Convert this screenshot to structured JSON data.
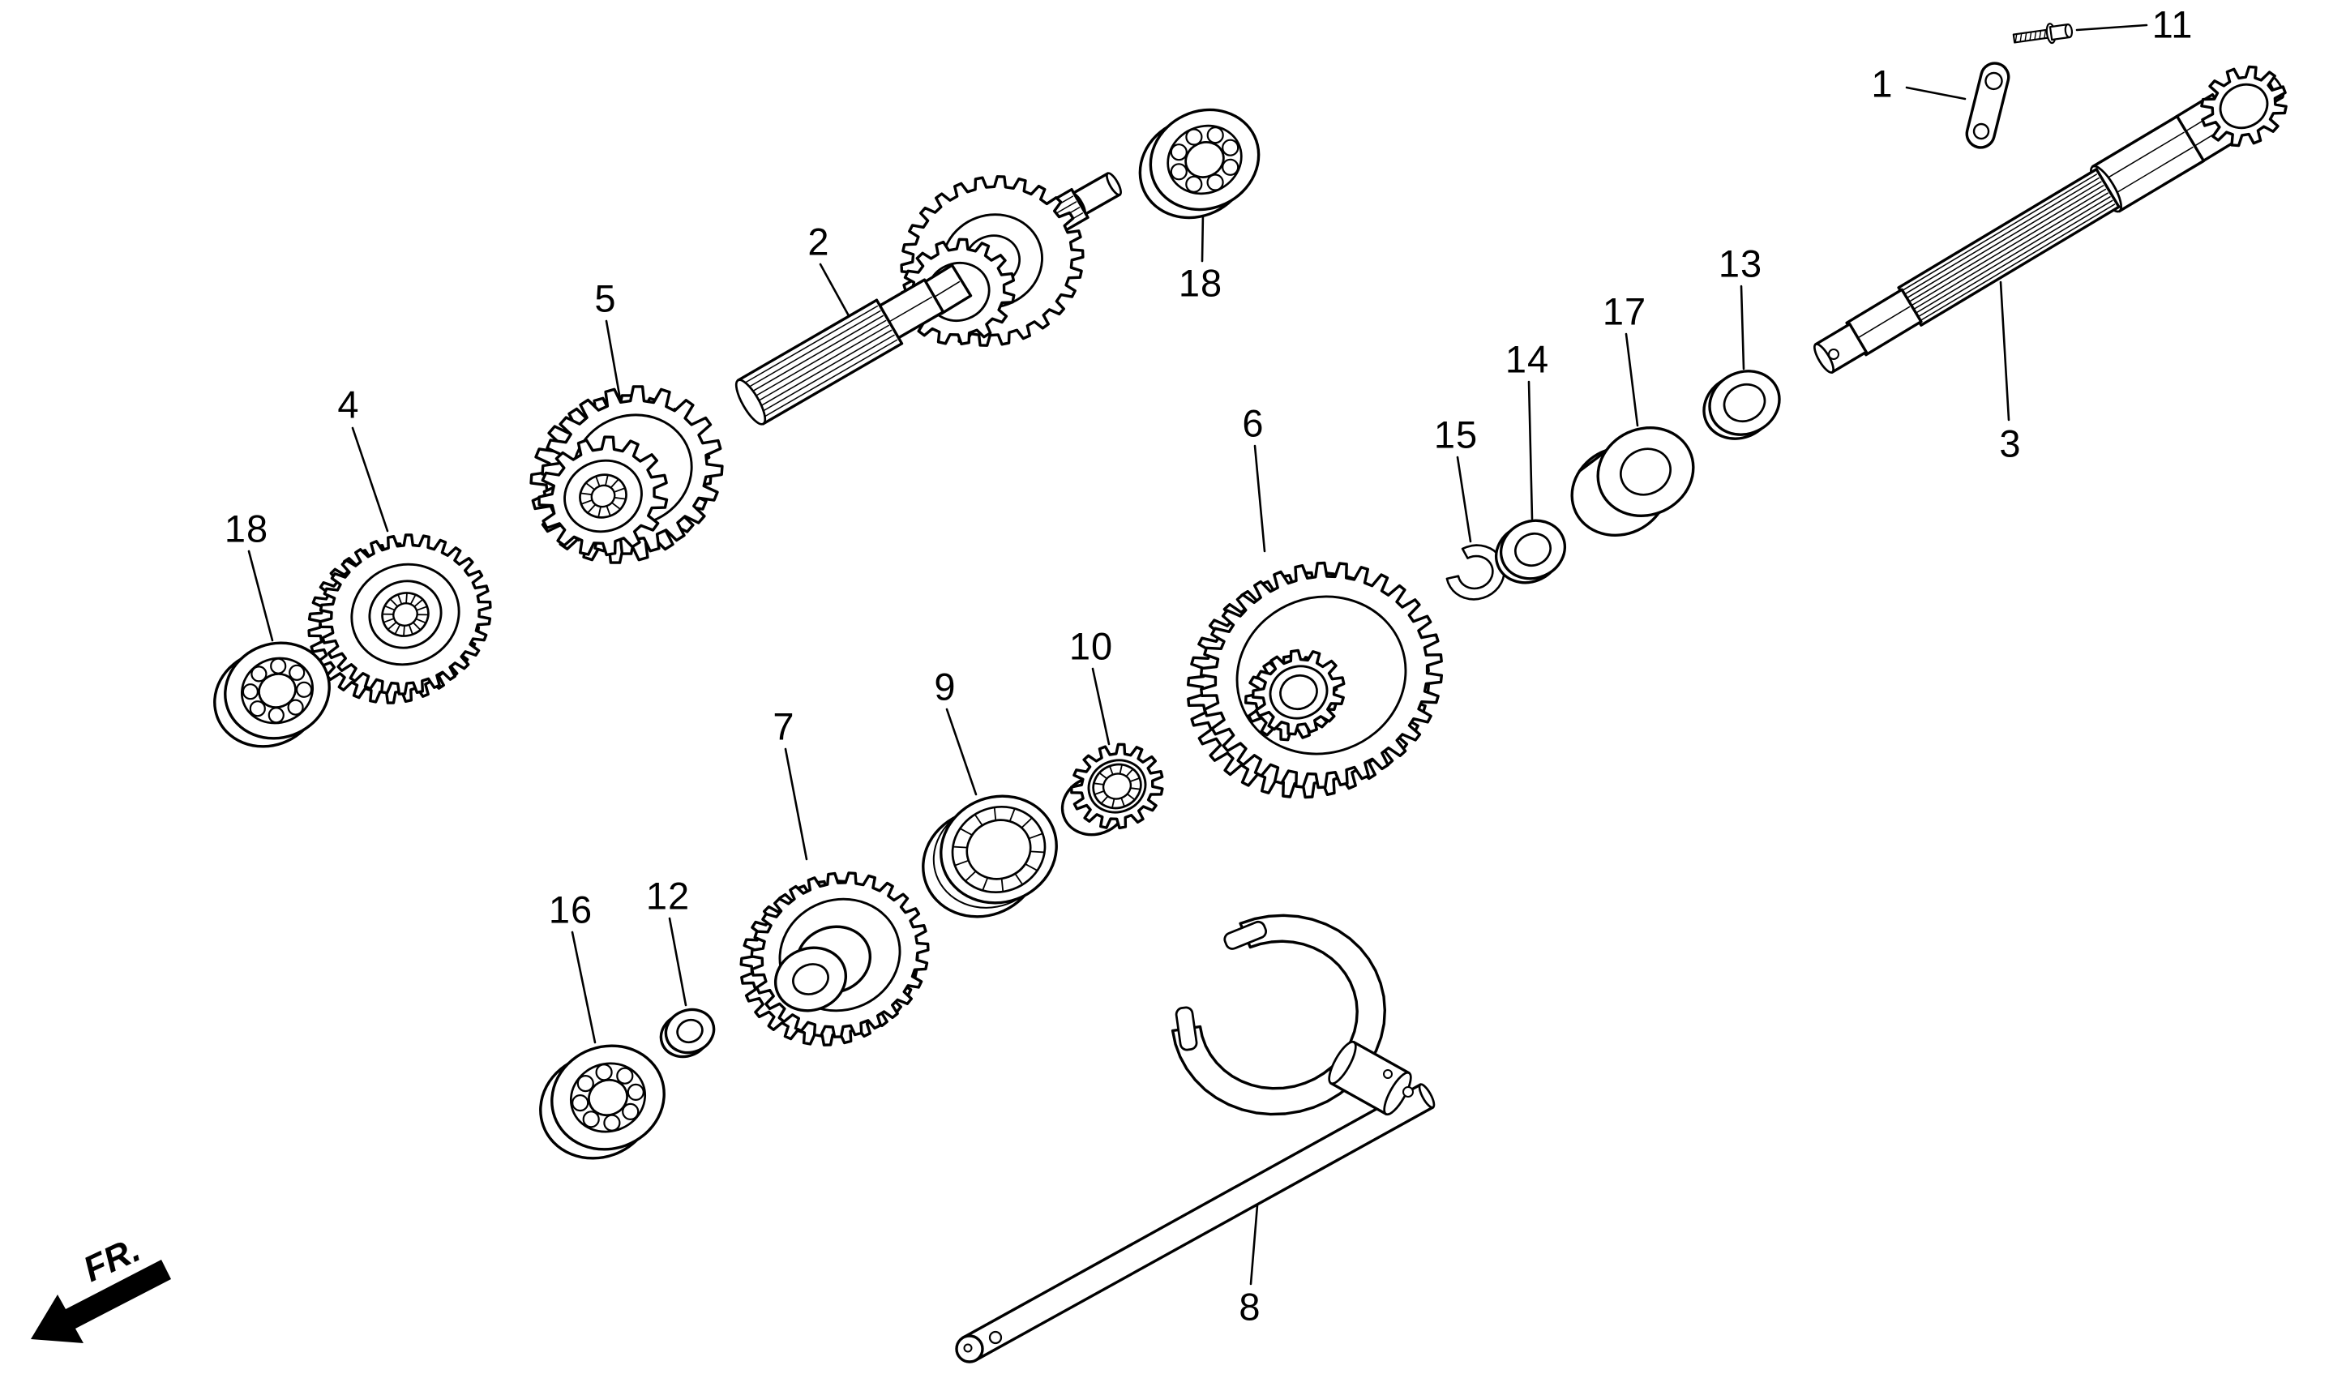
{
  "figure": {
    "fr_label": "FR.",
    "colors": {
      "ink": "#000000",
      "paper": "#ffffff"
    },
    "callouts": [
      "11",
      "1",
      "2",
      "18",
      "5",
      "4",
      "18",
      "6",
      "15",
      "14",
      "17",
      "13",
      "3",
      "10",
      "9",
      "7",
      "12",
      "16",
      "8"
    ]
  }
}
